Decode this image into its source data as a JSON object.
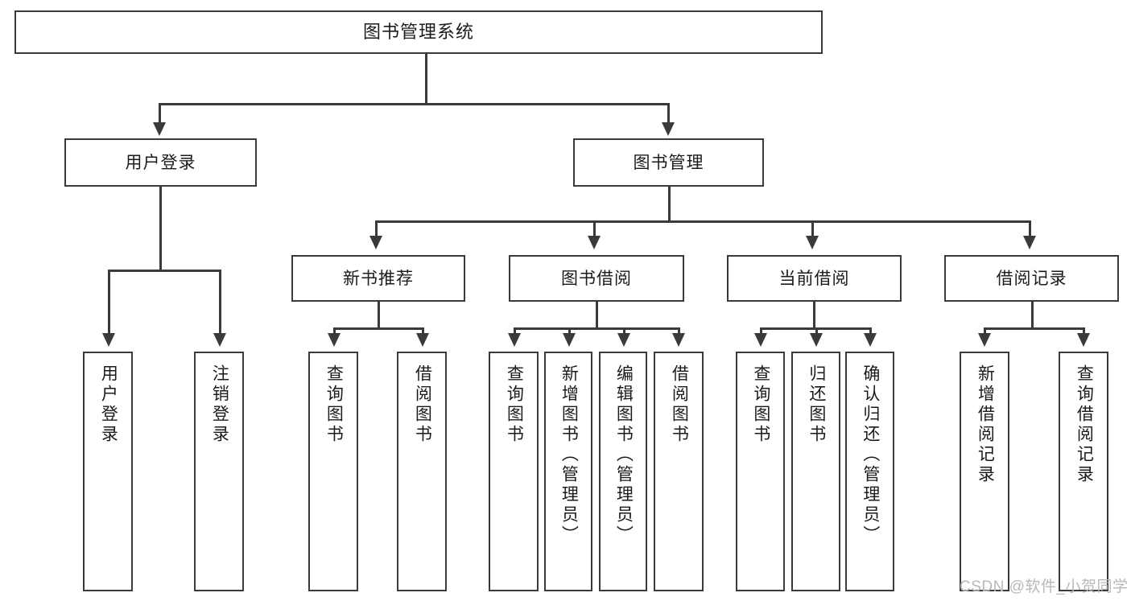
{
  "diagram": {
    "type": "tree",
    "title": "图书管理系统",
    "colors": {
      "stroke": "#3a3a3a",
      "fill": "#ffffff",
      "text": "#1b1b1b",
      "watermark": "#b8b8b8"
    },
    "root": {
      "label": "图书管理系统"
    },
    "level1": [
      {
        "label": "用户登录"
      },
      {
        "label": "图书管理"
      }
    ],
    "level2": [
      {
        "label": "新书推荐"
      },
      {
        "label": "图书借阅"
      },
      {
        "label": "当前借阅"
      },
      {
        "label": "借阅记录"
      }
    ],
    "leaves": {
      "user_login": [
        {
          "label": "用户登录"
        },
        {
          "label": "注销登录"
        }
      ],
      "new_book": [
        {
          "label": "查询图书"
        },
        {
          "label": "借阅图书"
        }
      ],
      "borrow_book": [
        {
          "label": "查询图书"
        },
        {
          "label": "新增图书（管理员）"
        },
        {
          "label": "编辑图书（管理员）"
        },
        {
          "label": "借阅图书"
        }
      ],
      "current_borrow": [
        {
          "label": "查询图书"
        },
        {
          "label": "归还图书"
        },
        {
          "label": "确认归还（管理员）"
        }
      ],
      "borrow_record": [
        {
          "label": "新增借阅记录"
        },
        {
          "label": "查询借阅记录"
        }
      ]
    }
  },
  "watermark": {
    "text": "CSDN @软件_小贺同学"
  }
}
